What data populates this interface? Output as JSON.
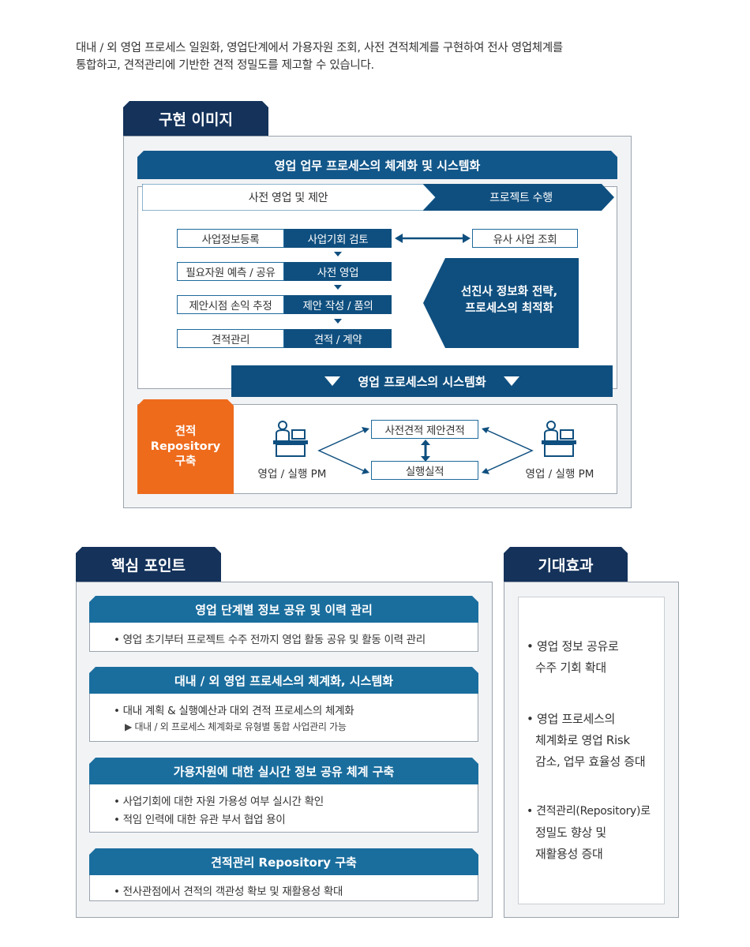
{
  "intro": {
    "line1": "대내 / 외 영업 프로세스 일원화, 영업단계에서 가용자원 조회, 사전 견적체계를 구현하여 전사 영업체계를",
    "line2": "통합하고, 견적관리에 기반한 견적 정밀도를 제고할 수 있습니다."
  },
  "impl": {
    "tab": "구현 이미지",
    "banner": "영업 업무 프로세스의 체계화 및 시스템화",
    "phase_pre": "사전 영업 및 제안",
    "phase_exec": "프로젝트 수행",
    "left_labels": [
      "사업정보등록",
      "필요자원 예측 / 공유",
      "제안시점 손익 추정",
      "견적관리"
    ],
    "steps": [
      "사업기회 검토",
      "사전 영업",
      "제안 작성 / 품의",
      "견적 / 계약"
    ],
    "similar": "유사 사업 조회",
    "strategy_line1": "선진사 정보화 전략,",
    "strategy_line2": "프로세스의 최적화",
    "systemize": "영업 프로세스의 시스템화",
    "repo_line1": "견적",
    "repo_line2": "Repository",
    "repo_line3": "구축",
    "pm_left": "영업 / 실행 PM",
    "pm_right": "영업 / 실행 PM",
    "est_top": "사전견적 제안견적",
    "est_bottom": "실행실적"
  },
  "key": {
    "tab": "핵심 포인트",
    "cards": [
      {
        "title": "영업 단계별 정보 공유 및 이력 관리",
        "bullets": [
          "• 영업 초기부터 프로젝트 수주 전까지 영업 활동 공유 및 활동 이력 관리"
        ]
      },
      {
        "title": "대내 / 외 영업 프로세스의 체계화, 시스템화",
        "bullets": [
          "• 대내 계획 & 실행예산과 대외 견적 프로세스의 체계화"
        ],
        "sub": "▶ 대내 / 외 프로세스 체계화로 유형별 통합 사업관리 가능"
      },
      {
        "title": "가용자원에 대한 실시간 정보 공유 체계 구축",
        "bullets": [
          "• 사업기회에 대한 자원 가용성 여부 실시간 확인",
          "• 적임 인력에 대한 유관 부서 협업 용이"
        ]
      },
      {
        "title": "견적관리 Repository 구축",
        "bullets": [
          "• 전사관점에서 견적의 객관성 확보 및 재활용성 확대"
        ]
      }
    ]
  },
  "effect": {
    "tab": "기대효과",
    "items": [
      {
        "line1": "• 영업 정보 공유로",
        "line2": "수주 기회 확대"
      },
      {
        "line1": "• 영업 프로세스의",
        "line2": "체계화로 영업 Risk",
        "line3": "감소, 업무 효율성 증대"
      },
      {
        "line1": "• 견적관리(Repository)로",
        "line2": "정밀도 향상 및",
        "line3": "재활용성 증대"
      }
    ]
  },
  "colors": {
    "navy": "#14325a",
    "blue": "#12578a",
    "orange": "#ee6b1c"
  }
}
